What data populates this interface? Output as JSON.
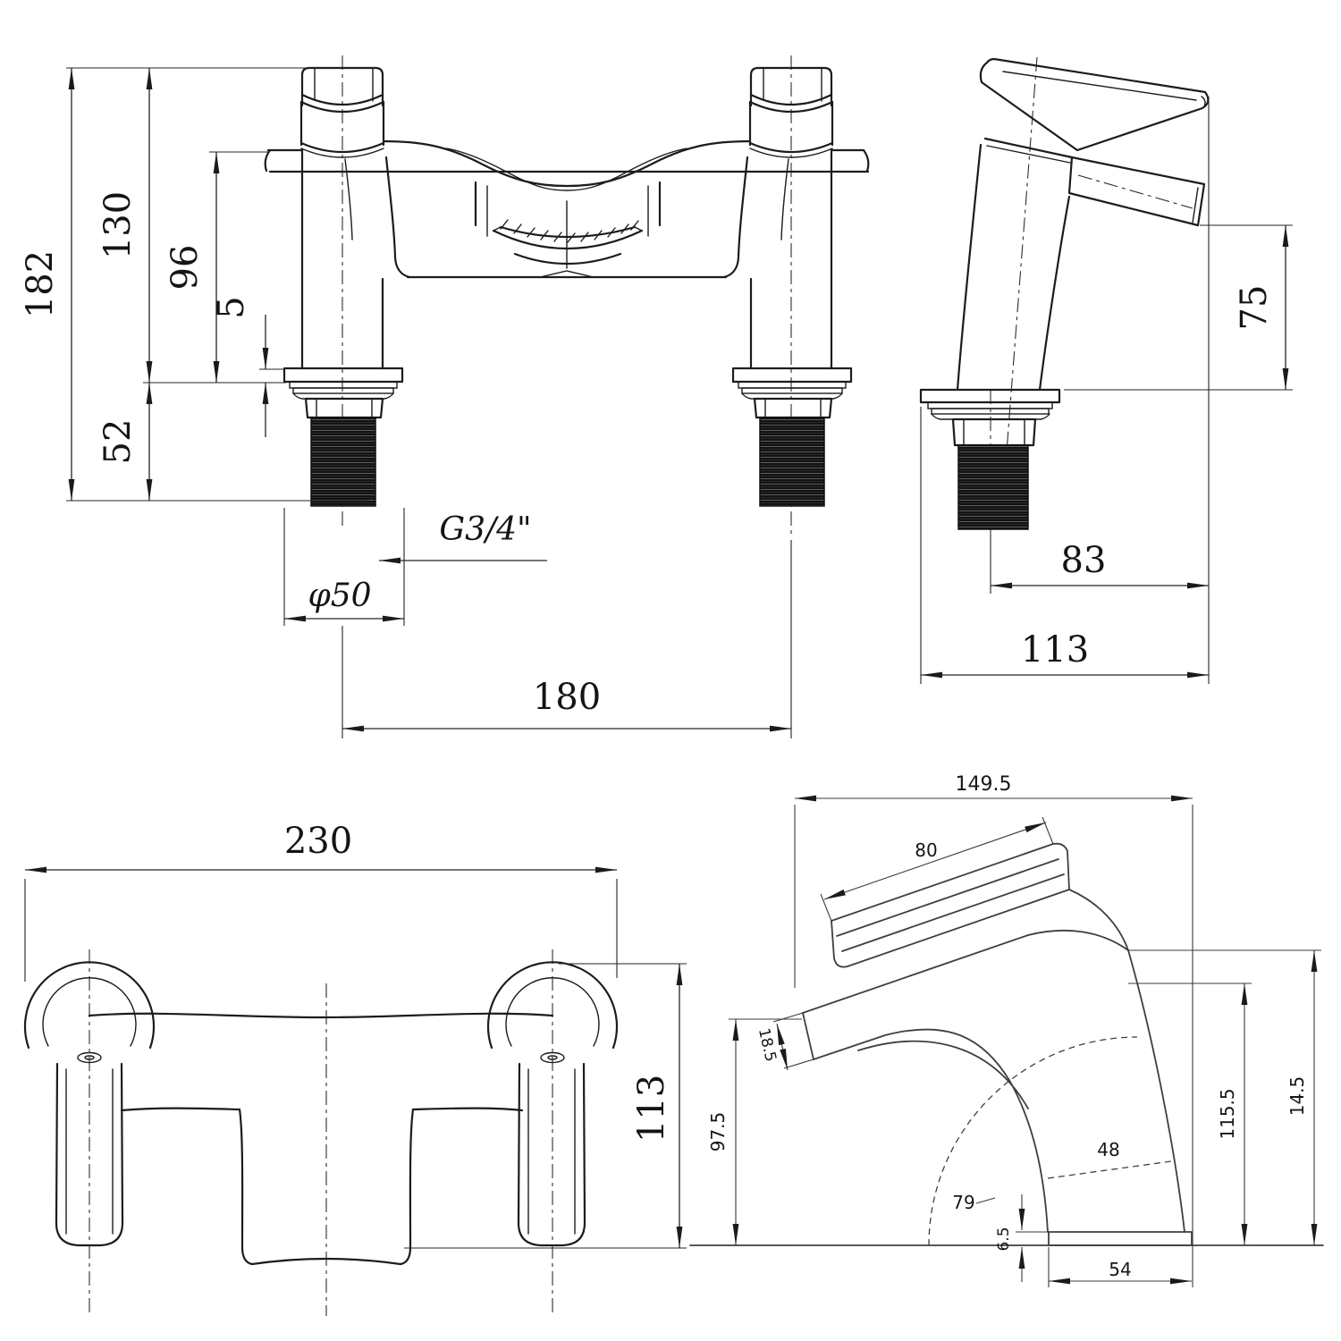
{
  "drawing": {
    "type": "technical-dimension-drawing",
    "line_color": "#1c1c1c",
    "background": "#ffffff",
    "front_view": {
      "name": "bath-filler-front-view",
      "dims": {
        "overall_height": "182",
        "height_to_deck": "130",
        "body_height": "96",
        "flange_thickness": "5",
        "thread_length": "52",
        "thread_size": "G3/4\"",
        "flange_diameter": "φ50",
        "centre_distance": "180"
      }
    },
    "side_view": {
      "name": "bath-filler-side-view",
      "dims": {
        "spout_height": "75",
        "depth_to_thread": "83",
        "overall_depth": "113"
      }
    },
    "plan_view": {
      "name": "bath-filler-plan-view",
      "dims": {
        "overall_width": "230",
        "overall_depth": "113"
      }
    },
    "basin_view": {
      "name": "basin-mixer-side-view",
      "dims": {
        "overall_length": "149.5",
        "handle_length": "80",
        "handle_width": "18.5",
        "height_to_spout": "97.5",
        "height_to_shoulder": "115.5",
        "overall_height": "14.5",
        "body_width": "48",
        "spout_radius": "79",
        "base_thickness": "6.5",
        "base_width": "54"
      }
    }
  }
}
